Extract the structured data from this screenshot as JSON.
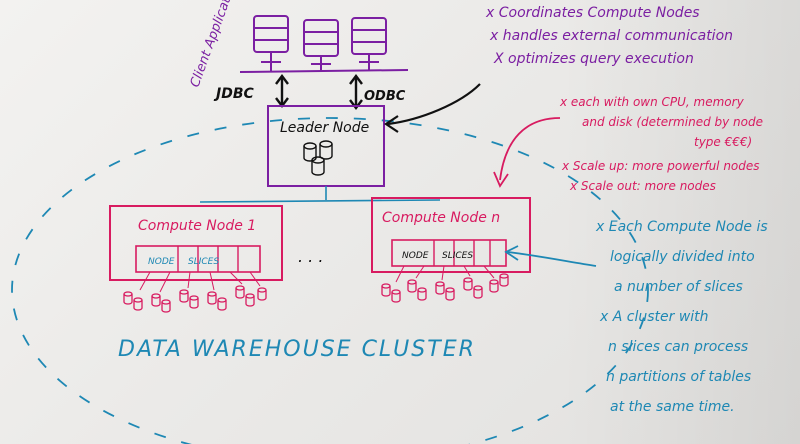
{
  "client": {
    "label": "Client Application"
  },
  "connectors": {
    "jdbc": "JDBC",
    "odbc": "ODBC"
  },
  "leader": {
    "title": "Leader Node",
    "notes": [
      "x Coordinates Compute Nodes",
      "x handles external communication",
      "X optimizes query execution"
    ]
  },
  "compute_1": {
    "title": "Compute Node 1",
    "node_label": "NODE",
    "slices_label": "SLICES"
  },
  "compute_n": {
    "title": "Compute Node n",
    "node_label": "NODE",
    "slices_label": "SLICES"
  },
  "ellipsis": ". . .",
  "cluster_label": "DATA WAREHOUSE CLUSTER",
  "compute_notes": [
    "x each with own CPU, memory",
    "and disk (determined by node",
    "type €€€)",
    "x Scale up: more powerful nodes",
    "x Scale out: more nodes"
  ],
  "slice_notes": [
    "x Each Compute Node is",
    "logically divided into",
    "a number of slices",
    "x A cluster with",
    "n slices can process",
    "n partitions of tables",
    "at the same time."
  ],
  "colors": {
    "purple": "#7b1fa2",
    "pink": "#d81b60",
    "blue": "#1e88b4",
    "ink": "#111111"
  }
}
